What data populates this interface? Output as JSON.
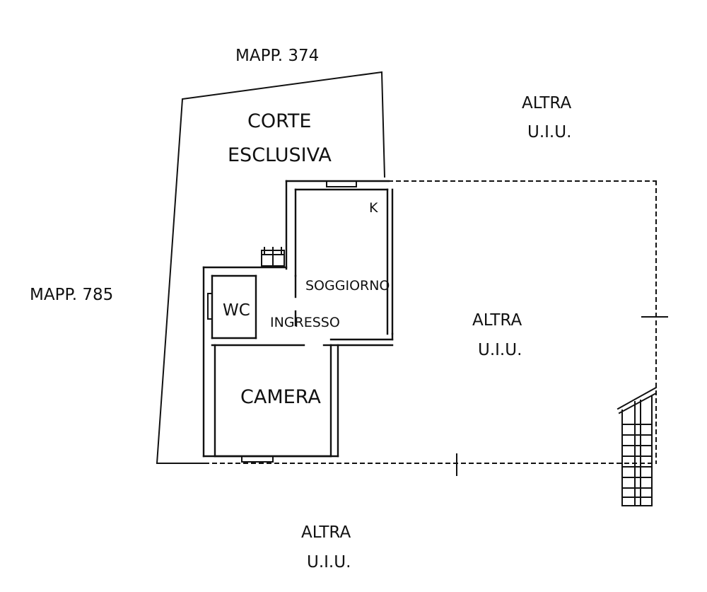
{
  "labels": {
    "mapp_north": "MAPP. 374",
    "mapp_west": "MAPP. 785",
    "corte_line1": "CORTE",
    "corte_line2": "ESCLUSIVA",
    "altra_ne_line1": "ALTRA",
    "altra_ne_line2": "U.I.U.",
    "altra_center_line1": "ALTRA",
    "altra_center_line2": "U.I.U.",
    "altra_south_line1": "ALTRA",
    "altra_south_line2": "U.I.U."
  },
  "rooms": {
    "kitchen": "K",
    "soggiorno": "SOGGIORNO",
    "wc": "WC",
    "ingresso": "INGRESSO",
    "camera": "CAMERA"
  }
}
